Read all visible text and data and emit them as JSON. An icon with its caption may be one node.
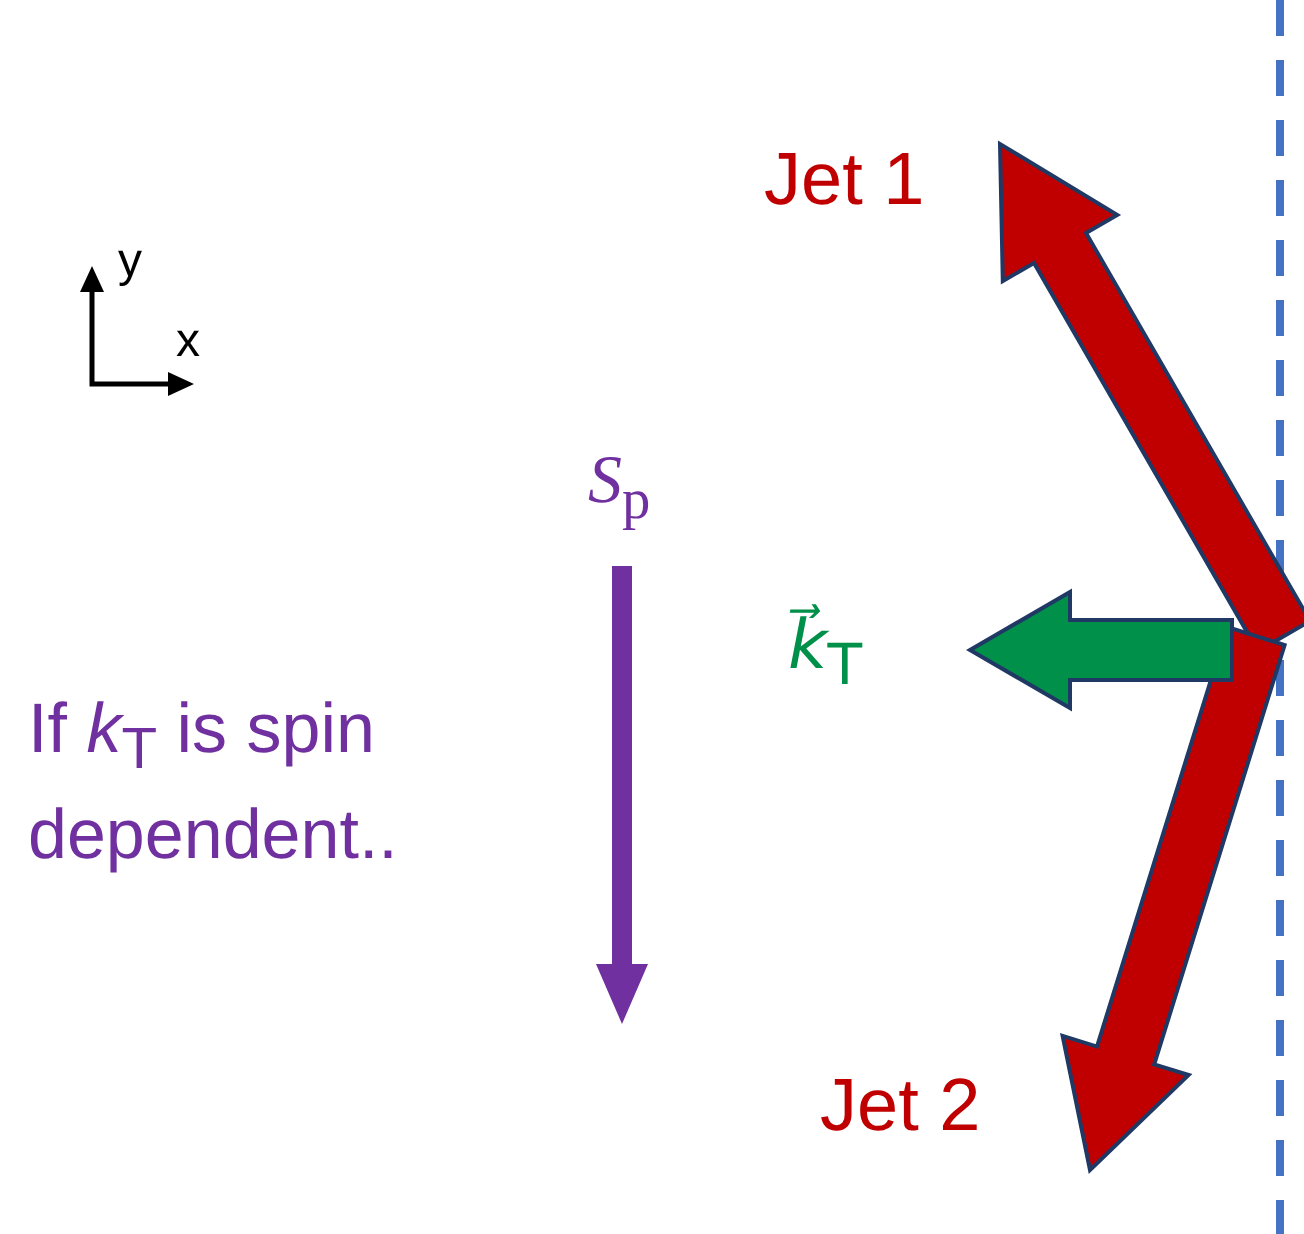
{
  "diagram": {
    "labels": [
      "Jet 1",
      "y",
      "x",
      "*S*$_{p}$",
      "*k⃗*$_{T}$",
      "If *k*$_{T}$ is spin dependent..",
      "Jet 2"
    ]
  }
}
